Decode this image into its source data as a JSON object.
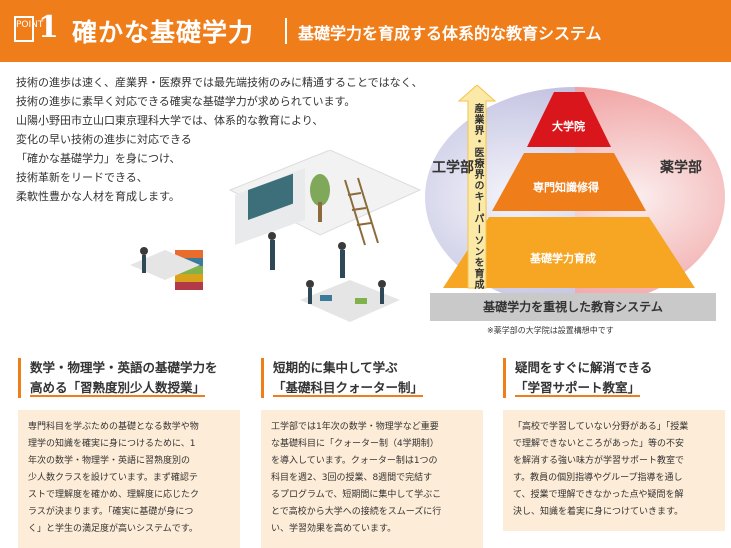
{
  "header": {
    "badge_label": "POINT",
    "point_number": "1",
    "title": "確かな基礎学力",
    "subtitle": "基礎学力を育成する体系的な教育システム"
  },
  "intro": {
    "lines": [
      "技術の進歩は速く、産業界・医療界では最先端技術のみに精通することではなく、",
      "技術の進歩に素早く対応できる確実な基礎学力が求められています。",
      "山陽小野田市立山口東京理科大学では、体系的な教育により、",
      "変化の早い技術の進歩に対応できる",
      "「確かな基礎学力」を身につけ、",
      "技術革新をリードできる、",
      "柔軟性豊かな人材を育成します。"
    ]
  },
  "diagram": {
    "left_label": "工学部",
    "right_label": "薬学部",
    "top_level": "大学院",
    "middle_level": "専門知識修得",
    "bottom_level": "基礎学力育成",
    "arrow_text": "産業界・医療界のキーパーソンを育成",
    "base_text": "基礎学力を重視した教育システム",
    "note": "※薬学部の大学院は設置構想中です",
    "colors": {
      "engineering": "#b8b8dc",
      "pharmacy": "#f09090",
      "top": "#d9161c",
      "middle": "#ef7d1a",
      "bottom": "#f6a623",
      "accent": "#ef7d1a"
    }
  },
  "columns": [
    {
      "head_line1": "数学・物理学・英語の基礎学力を",
      "head_line2": "高める「習熟度別少人数授業」",
      "body": [
        "専門科目を学ぶための基礎となる数学や物",
        "理学の知識を確実に身につけるために、1",
        "年次の数学・物理学・英語に習熟度別の",
        "少人数クラスを設けています。まず確認テ",
        "ストで理解度を確かめ、理解度に応じたク",
        "ラスが決まります。「確実に基礎が身につ",
        "く」と学生の満足度が高いシステムです。"
      ]
    },
    {
      "head_line1": "短期的に集中して学ぶ",
      "head_line2": "「基礎科目クォーター制」",
      "body": [
        "工学部では1年次の数学・物理学など重要",
        "な基礎科目に「クォーター制（4学期制）",
        "を導入しています。クォーター制は1つの",
        "科目を週2、3回の授業、8週間で完結す",
        "るプログラムで、短期間に集中して学ぶこ",
        "とで高校から大学への接続をスムーズに行",
        "い、学習効果を高めています。"
      ]
    },
    {
      "head_line1": "疑問をすぐに解消できる",
      "head_line2": "「学習サポート教室」",
      "body": [
        "「高校で学習していない分野がある」「授業",
        "で理解できないところがあった」等の不安",
        "を解消する強い味方が学習サポート教室で",
        "す。教員の個別指導やグループ指導を通し",
        "て、授業で理解できなかった点や疑問を解",
        "決し、知識を着実に身につけていきます。"
      ]
    }
  ]
}
